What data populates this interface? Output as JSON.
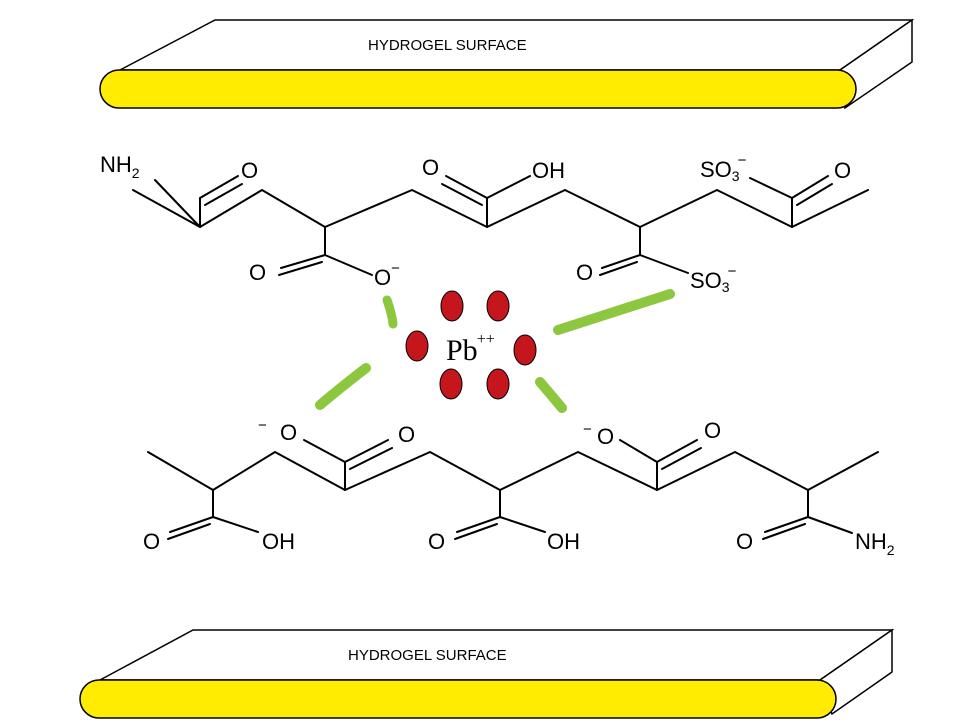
{
  "surfaces": {
    "top_label": "HYDROGEL SURFACE",
    "bottom_label": "HYDROGEL SURFACE"
  },
  "ion": {
    "symbol": "Pb",
    "charge": "++"
  },
  "top_chain": {
    "nh2": "NH",
    "nh2_sub": "2",
    "o1": "O",
    "o2": "O",
    "oh": "OH",
    "so3_a": "SO",
    "so3_a_sub": "3",
    "so3_a_sup": "−",
    "o3": "O",
    "o4": "O",
    "o_minus": "O",
    "o_minus_sup": "−",
    "o5": "O",
    "so3_b": "SO",
    "so3_b_sub": "3",
    "so3_b_sup": "−"
  },
  "bottom_chain": {
    "minus1": "−",
    "o_minus1": "O",
    "o1": "O",
    "minus2": "−",
    "o_minus2": "O",
    "o2": "O",
    "o3": "O",
    "oh1": "OH",
    "o4": "O",
    "oh2": "OH",
    "o5": "O",
    "nh2": "NH",
    "nh2_sub": "2"
  },
  "colors": {
    "surface_fill": "#ffec00",
    "ion_fill": "#c4161c",
    "interaction": "#8dc63f"
  }
}
